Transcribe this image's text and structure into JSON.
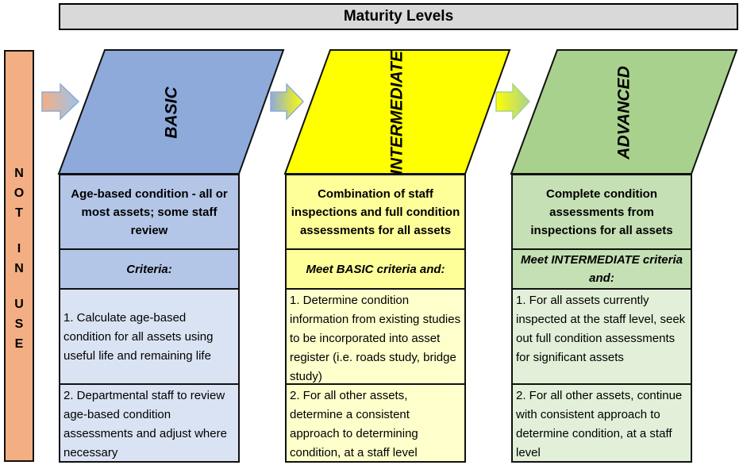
{
  "title": "Maturity Levels",
  "not_in_use": {
    "text": "NOT IN USE",
    "letters": [
      "N",
      "O",
      "T",
      "I",
      "N",
      "U",
      "S",
      "E"
    ]
  },
  "levels": [
    {
      "name": "BASIC",
      "color": "#8eaadb",
      "box_color": "#b4c6e7",
      "list_color": "#dae3f3",
      "description": "Age-based condition - all or most assets; some staff review",
      "criteria": "Criteria:",
      "items": [
        "1.  Calculate age-based condition for all assets using useful life and remaining life",
        "2.  Departmental staff to review age-based condition assessments and adjust where necessary"
      ]
    },
    {
      "name": "INTERMEDIATE",
      "color": "#ffff00",
      "box_color": "#ffff99",
      "list_color": "#ffffcc",
      "description": "Combination of staff inspections and full condition assessments for all assets",
      "criteria": "Meet BASIC criteria and:",
      "items": [
        "1. Determine condition information from existing studies to be incorporated into asset register (i.e. roads study, bridge study)",
        "2.  For all other assets, determine a consistent approach to determining condition, at a staff level"
      ]
    },
    {
      "name": "ADVANCED",
      "color": "#a9d18e",
      "box_color": "#c5e0b4",
      "list_color": "#e2f0d9",
      "description": "Complete condition assessments from inspections for all assets",
      "criteria": "Meet INTERMEDIATE criteria and:",
      "items": [
        "1.  For all assets currently inspected at the staff level, seek out full condition assessments for significant assets",
        "2.  For all other assets, continue with consistent approach to determine condition, at a staff level"
      ]
    }
  ]
}
